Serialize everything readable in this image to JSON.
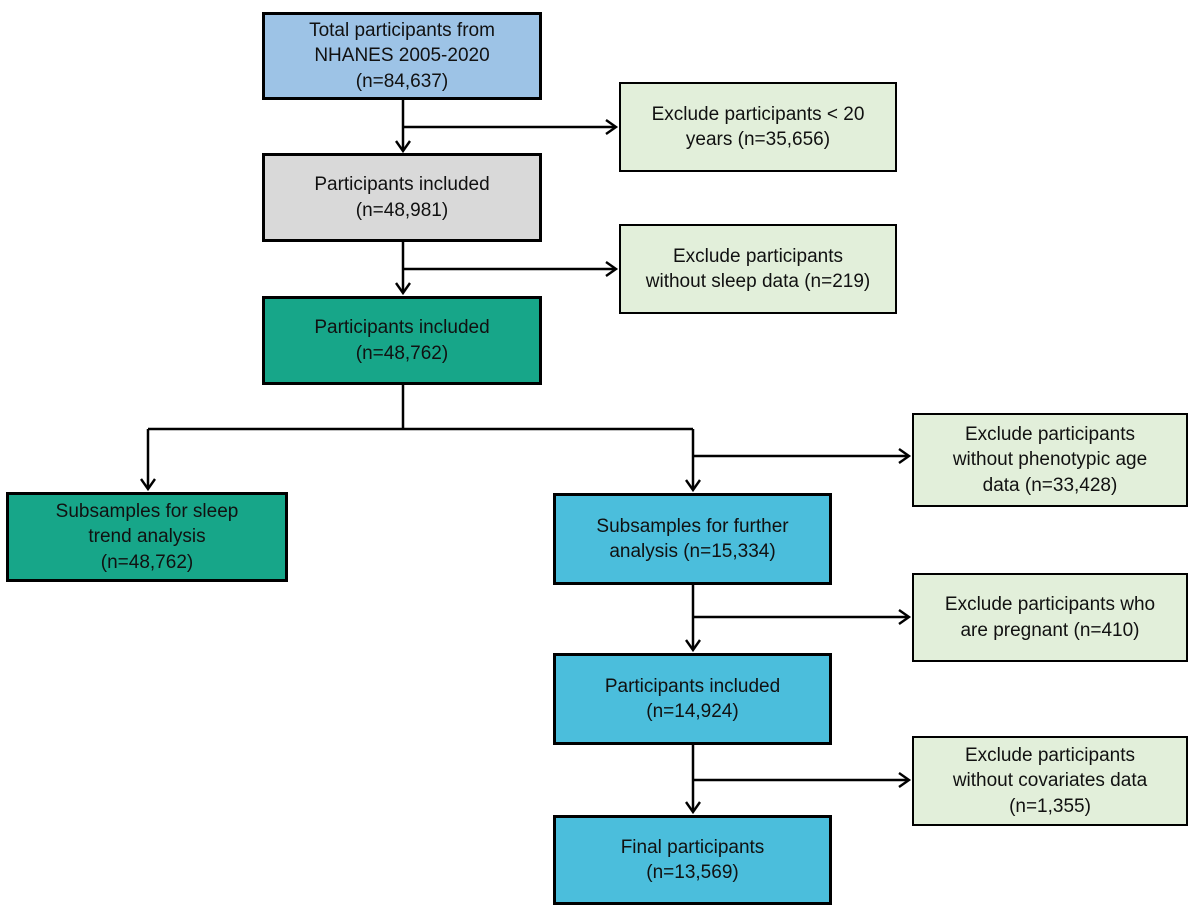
{
  "figure": {
    "type": "participant-flow-diagram",
    "colors": {
      "start_blue": "#9DC3E6",
      "process_gray": "#D9D9D9",
      "process_teal": "#17A689",
      "process_cyan": "#4BBEDC",
      "exclusion_pale_green": "#E2EFDA",
      "border_and_lines": "#000000",
      "text": "#111111"
    }
  },
  "nodes": {
    "total": {
      "label": "Total participants from\nNHANES 2005-2020\n(n=84,637)"
    },
    "exclude_age": {
      "label": "Exclude participants < 20\nyears (n=35,656)"
    },
    "included1": {
      "label": "Participants included\n(n=48,981)"
    },
    "exclude_sleep": {
      "label": "Exclude participants\nwithout sleep data (n=219)"
    },
    "included2": {
      "label": "Participants included\n(n=48,762)"
    },
    "sleep_trend": {
      "label": "Subsamples for sleep\ntrend analysis\n(n=48,762)"
    },
    "exclude_pheno": {
      "label": "Exclude participants\nwithout phenotypic age\ndata (n=33,428)"
    },
    "further": {
      "label": "Subsamples for further\nanalysis (n=15,334)"
    },
    "exclude_pregnant": {
      "label": "Exclude participants who\nare pregnant (n=410)"
    },
    "included3": {
      "label": "Participants included\n(n=14,924)"
    },
    "exclude_cov": {
      "label": "Exclude participants\nwithout covariates data\n(n=1,355)"
    },
    "final": {
      "label": "Final participants\n(n=13,569)"
    }
  }
}
